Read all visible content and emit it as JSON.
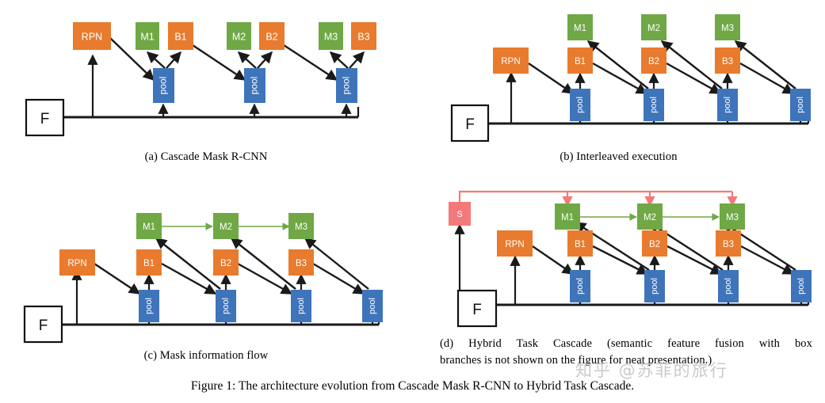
{
  "figure": {
    "caption": "Figure 1: The architecture evolution from Cascade Mask R-CNN to Hybrid Task Cascade.",
    "watermark": "知乎 @苏菲的旅行"
  },
  "colors": {
    "orange": "#E87B2E",
    "green": "#6FA845",
    "blue": "#3E74BA",
    "salmon": "#F4797A",
    "arrow_black": "#1a1a1a",
    "arrow_green": "#6FA845",
    "arrow_red": "#F4797A",
    "box_stroke": "#111111",
    "background": "#FFFFFF"
  },
  "labels": {
    "feature": "F",
    "rpn": "RPN",
    "pool": "pool",
    "semantic": "S",
    "mask": [
      "M1",
      "M2",
      "M3"
    ],
    "box": [
      "B1",
      "B2",
      "B3"
    ]
  },
  "panels": [
    {
      "id": "a",
      "caption": "(a) Cascade Mask R-CNN",
      "nodes": {
        "feature": "F",
        "rpn": "RPN",
        "pools": [
          "pool",
          "pool",
          "pool"
        ],
        "masks": [
          "M1",
          "M2",
          "M3"
        ],
        "boxes": [
          "B1",
          "B2",
          "B3"
        ]
      }
    },
    {
      "id": "b",
      "caption": "(b) Interleaved execution",
      "nodes": {
        "feature": "F",
        "rpn": "RPN",
        "pools": [
          "pool",
          "pool",
          "pool",
          "pool"
        ],
        "masks": [
          "M1",
          "M2",
          "M3"
        ],
        "boxes": [
          "B1",
          "B2",
          "B3"
        ]
      }
    },
    {
      "id": "c",
      "caption": "(c) Mask information flow",
      "nodes": {
        "feature": "F",
        "rpn": "RPN",
        "pools": [
          "pool",
          "pool",
          "pool",
          "pool"
        ],
        "masks": [
          "M1",
          "M2",
          "M3"
        ],
        "boxes": [
          "B1",
          "B2",
          "B3"
        ]
      }
    },
    {
      "id": "d",
      "caption_line1": "(d) Hybrid Task Cascade (semantic feature fusion with box",
      "caption_line2": "branches is not shown on the figure for neat presentation.)",
      "nodes": {
        "feature": "F",
        "semantic": "S",
        "rpn": "RPN",
        "pools": [
          "pool",
          "pool",
          "pool",
          "pool"
        ],
        "masks": [
          "M1",
          "M2",
          "M3"
        ],
        "boxes": [
          "B1",
          "B2",
          "B3"
        ]
      }
    }
  ]
}
